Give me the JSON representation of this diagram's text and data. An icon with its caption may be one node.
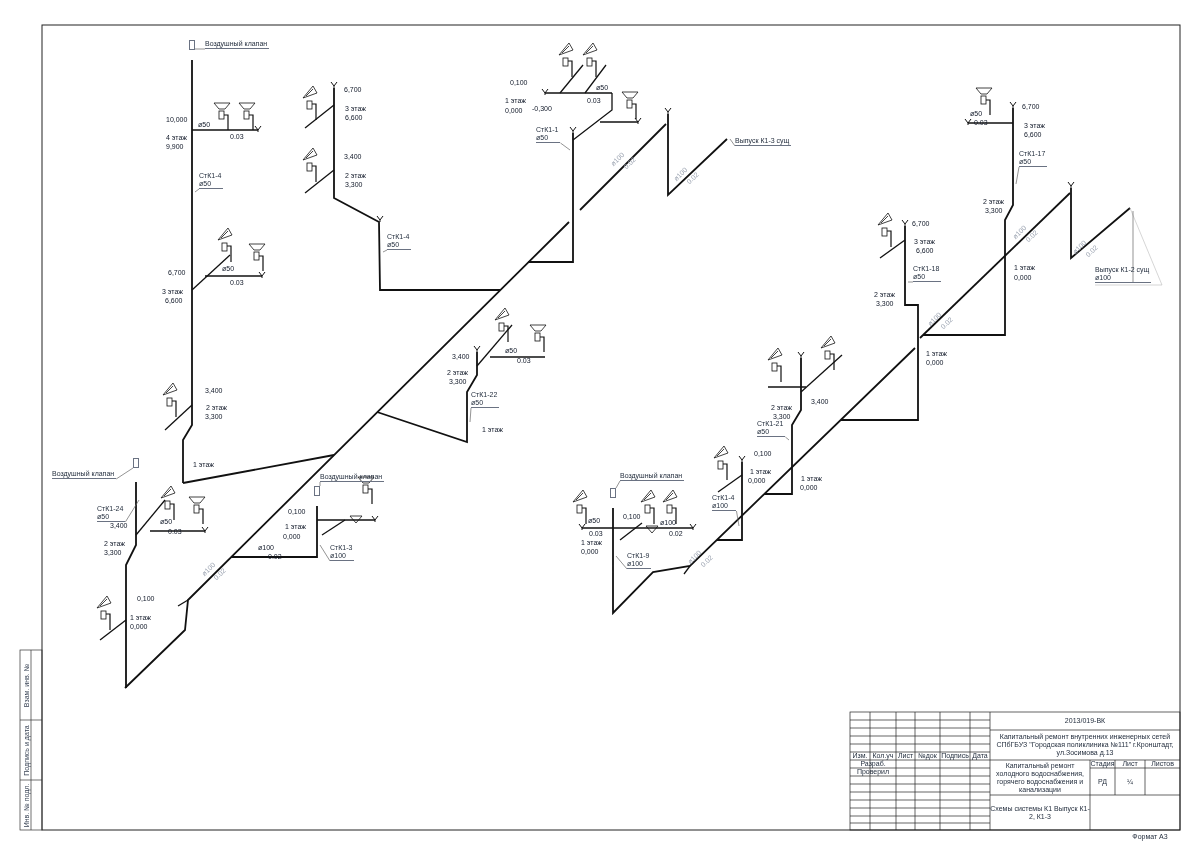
{
  "diagram": {
    "nodes": [
      {
        "text": [
          "Воздушный клапан"
        ]
      },
      {
        "text": [
          "СтК1-4",
          "ø50"
        ]
      },
      {
        "text": [
          "СтК1-4",
          "ø50"
        ]
      },
      {
        "text": [
          "СтК1-1",
          "ø50"
        ]
      },
      {
        "text": [
          "Выпуск К1-3 сущ"
        ]
      },
      {
        "text": [
          "СтК1-22",
          "ø50"
        ]
      },
      {
        "text": [
          "Воздушный клапан"
        ]
      },
      {
        "text": [
          "СтК1-24",
          "ø50"
        ]
      },
      {
        "text": [
          "Воздушный клапан"
        ]
      },
      {
        "text": [
          "СтК1-3",
          "ø100"
        ]
      },
      {
        "text": [
          "СтК1-17",
          "ø50"
        ]
      },
      {
        "text": [
          "Выпуск К1-2 сущ",
          "ø100"
        ]
      },
      {
        "text": [
          "СтК1-18",
          "ø50"
        ]
      },
      {
        "text": [
          "СтК1-21",
          "ø50"
        ]
      },
      {
        "text": [
          "СтК1-4",
          "ø100"
        ]
      },
      {
        "text": [
          "Воздушный клапан"
        ]
      },
      {
        "text": [
          "СтК1-9",
          "ø100"
        ]
      },
      {
        "text": [],
        "shape": "box"
      },
      {
        "text": [],
        "shape": "box"
      },
      {
        "text": [],
        "shape": "box"
      },
      {
        "text": [],
        "shape": "box"
      }
    ],
    "edges": [
      {
        "from": 0,
        "to": 17,
        "arrow": "none"
      },
      {
        "from": 1,
        "to": null,
        "arrow": "none"
      },
      {
        "from": 2,
        "to": null,
        "arrow": "none"
      },
      {
        "from": 3,
        "to": null,
        "arrow": "none"
      },
      {
        "from": 4,
        "to": null,
        "arrow": "none"
      },
      {
        "from": 5,
        "to": null,
        "arrow": "none"
      },
      {
        "from": 6,
        "to": 18,
        "arrow": "none"
      },
      {
        "from": 7,
        "to": null,
        "arrow": "none"
      },
      {
        "from": 8,
        "to": 19,
        "arrow": "none"
      },
      {
        "from": 9,
        "to": null,
        "arrow": "none"
      },
      {
        "from": 10,
        "to": null,
        "arrow": "none"
      },
      {
        "from": 11,
        "to": null,
        "arrow": "none"
      },
      {
        "from": 12,
        "to": null,
        "arrow": "none"
      },
      {
        "from": 13,
        "to": null,
        "arrow": "none"
      },
      {
        "from": 14,
        "to": null,
        "arrow": "none"
      },
      {
        "from": 15,
        "to": 20,
        "arrow": "none"
      },
      {
        "from": 16,
        "to": null,
        "arrow": "none"
      }
    ],
    "labels": [
      "10,000",
      "4 этаж",
      "9,900",
      "ø50",
      "0.03",
      "6,700",
      "3 этаж",
      "6,600",
      "ø50",
      "0.03",
      "3,400",
      "2 этаж",
      "3,300",
      "1 этаж",
      "3,400",
      "ø50",
      "0.03",
      "2 этаж",
      "3,300",
      "0,100",
      "1 этаж",
      "0,000",
      "ø100",
      "0.02",
      "ø100",
      "0.02",
      "0,100",
      "1 этаж",
      "0,000",
      "6,700",
      "3 этаж",
      "6,600",
      "3,400",
      "2 этаж",
      "3,300",
      "0,100",
      "1 этаж",
      "0,000",
      "-0,300",
      "ø50",
      "0.03",
      "ø100",
      "0.02",
      "ø100",
      "0.02",
      "3,400",
      "ø50",
      "0.03",
      "2 этаж",
      "3,300",
      "1 этаж",
      "ø50",
      "0.03",
      "6,700",
      "3 этаж",
      "6,600",
      "2 этаж",
      "3,300",
      "ø100",
      "0.02",
      "ø100",
      "0.02",
      "1 этаж",
      "0,000",
      "6,700",
      "3 этаж",
      "6,600",
      "2 этаж",
      "3,300",
      "ø100",
      "0.02",
      "1 этаж",
      "0,000",
      "3,400",
      "2 этаж",
      "3,300",
      "0,100",
      "1 этаж",
      "0,000",
      "1 этаж",
      "0,000",
      "ø50",
      "0.03",
      "0,100",
      "1 этаж",
      "0,000",
      "ø100",
      "0.02",
      "ø100",
      "0.02",
      "2013/019-ВК",
      "Капитальный ремонт внутренних инженерных сетей СПбГБУЗ \"Городская поликлиника №111\" г.Кронштадт, ул.Зосимова д.13",
      "Изм.",
      "Кол.уч",
      "Лист",
      "№док",
      "Подпись",
      "Дата",
      "Разраб.",
      "Проверил",
      "Капитальный ремонт холодного водоснабжения, горячего водоснабжения и канализации",
      "Стадия",
      "Лист",
      "Листов",
      "РД",
      "¼",
      "Схемы системы К1 Выпуск К1-2, К1-3",
      "Формат А3",
      "Взам. инв. №",
      "Подпись и дата",
      "Инв. № подл."
    ]
  }
}
